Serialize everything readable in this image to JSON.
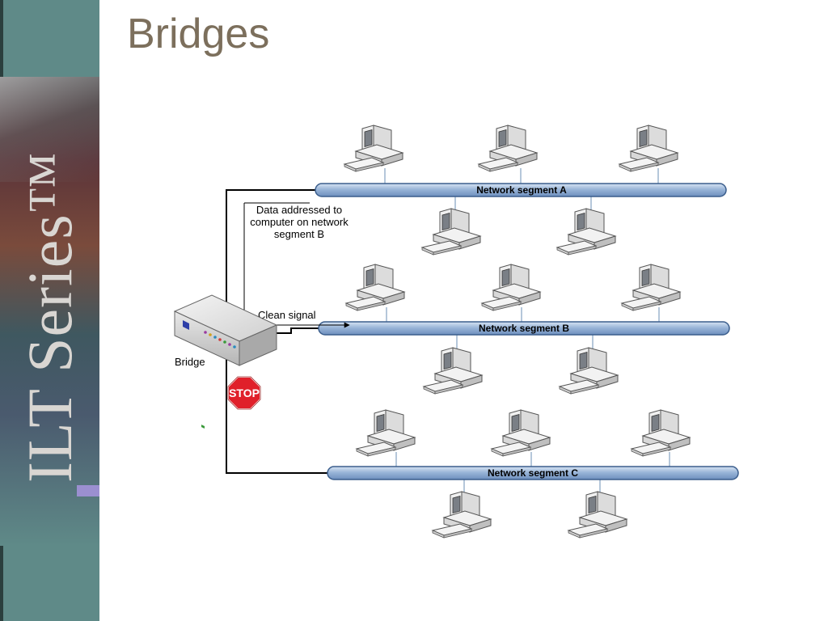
{
  "slide": {
    "title": "Bridges",
    "brand": "ILT Series™"
  },
  "diagram": {
    "segments": [
      {
        "id": "a",
        "label": "Network segment A"
      },
      {
        "id": "b",
        "label": "Network segment B"
      },
      {
        "id": "c",
        "label": "Network segment C"
      }
    ],
    "bridge_label": "Bridge",
    "stop_label": "STOP",
    "annotation_data": [
      "Data addressed to",
      "computer on network",
      "segment B"
    ],
    "annotation_signal": "Clean signal",
    "colors": {
      "segment_fill": "#9ab5d8",
      "segment_stroke": "#3a5d8c",
      "stop_red": "#e0202a",
      "title": "#7c6f5c",
      "sidebar": "#5f8a88"
    }
  }
}
